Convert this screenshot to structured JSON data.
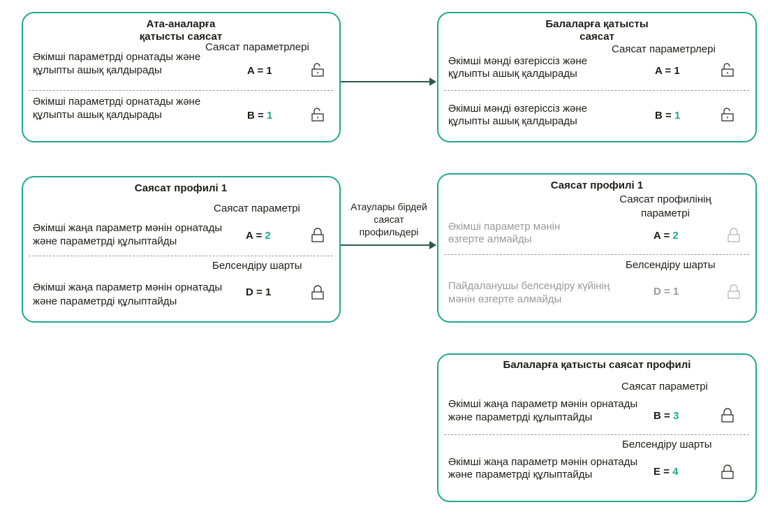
{
  "colors": {
    "border": "#1fa88c",
    "highlight": "#1fa88c",
    "arrow": "#2b5a4c",
    "disabled": "#9a9a9a"
  },
  "parent_policy": {
    "title_1": "Ата-аналарға",
    "title_2": "қатысты саясат",
    "header": "Саясат параметрлері",
    "rows": [
      {
        "text_1": "Әкімші параметрді орнатады және",
        "text_2": "құлыпты ашық қалдырады",
        "param": "A = ",
        "value": "1",
        "icon": "lock-open-icon"
      },
      {
        "text_1": "Әкімші параметрді орнатады және",
        "text_2": "құлыпты ашық қалдырады",
        "param": "B = ",
        "value": "1",
        "icon": "lock-open-icon"
      }
    ]
  },
  "child_policy": {
    "title_1": "Балаларға қатысты",
    "title_2": "саясат",
    "header": "Саясат параметрлері",
    "rows": [
      {
        "text_1": "Әкімші мәнді өзгеріссіз және",
        "text_2": "құлыпты ашық қалдырады",
        "param": "A = ",
        "value": "1",
        "icon": "lock-open-icon"
      },
      {
        "text_1": "Әкімші мәнді өзгеріссіз және",
        "text_2": "құлыпты ашық қалдырады",
        "param": "B = ",
        "value": "1",
        "icon": "lock-open-icon"
      }
    ]
  },
  "parent_profile": {
    "title": "Саясат профилі 1",
    "header_1": "Саясат параметрі",
    "header_2": "Белсендіру шарты",
    "rows": [
      {
        "text_1": "Әкімші жаңа параметр мәнін орнатады",
        "text_2": " және параметрді құлыптайды",
        "param": "A = ",
        "value": "2",
        "icon": "lock-closed-icon"
      },
      {
        "text_1": "Әкімші жаңа параметр мәнін орнатады",
        "text_2": " және параметрді құлыптайды",
        "param": "D = ",
        "value": "1",
        "icon": "lock-closed-icon"
      }
    ]
  },
  "arrow_label": {
    "line_1": "Атаулары бірдей",
    "line_2": "саясат",
    "line_3": "профильдері"
  },
  "child_profile": {
    "title": "Саясат профилі 1",
    "header_1a": "Саясат профилінің",
    "header_1b": "параметрі",
    "header_2": "Белсендіру шарты",
    "rows": [
      {
        "text_1": "Әкімші параметр мәнін",
        "text_2": "өзгерте алмайды",
        "param": "A = ",
        "value": "2",
        "icon": "lock-closed-icon"
      },
      {
        "text_1": "Пайдаланушы белсендіру күйінің",
        "text_2": "мәнін өзгерте алмайды",
        "param": "D = ",
        "value": "1",
        "icon": "lock-closed-icon"
      }
    ]
  },
  "child_only_profile": {
    "title": "Балаларға қатысты саясат профилі",
    "header_1": "Саясат параметрі",
    "header_2": "Белсендіру шарты",
    "rows": [
      {
        "text_1": "Әкімші жаңа параметр мәнін орнатады",
        "text_2": " және параметрді құлыптайды",
        "param": "B = ",
        "value": "3",
        "icon": "lock-closed-icon"
      },
      {
        "text_1": "Әкімші жаңа параметр мәнін орнатады",
        "text_2": " және параметрді құлыптайды",
        "param": "E = ",
        "value": "4",
        "icon": "lock-closed-icon"
      }
    ]
  }
}
